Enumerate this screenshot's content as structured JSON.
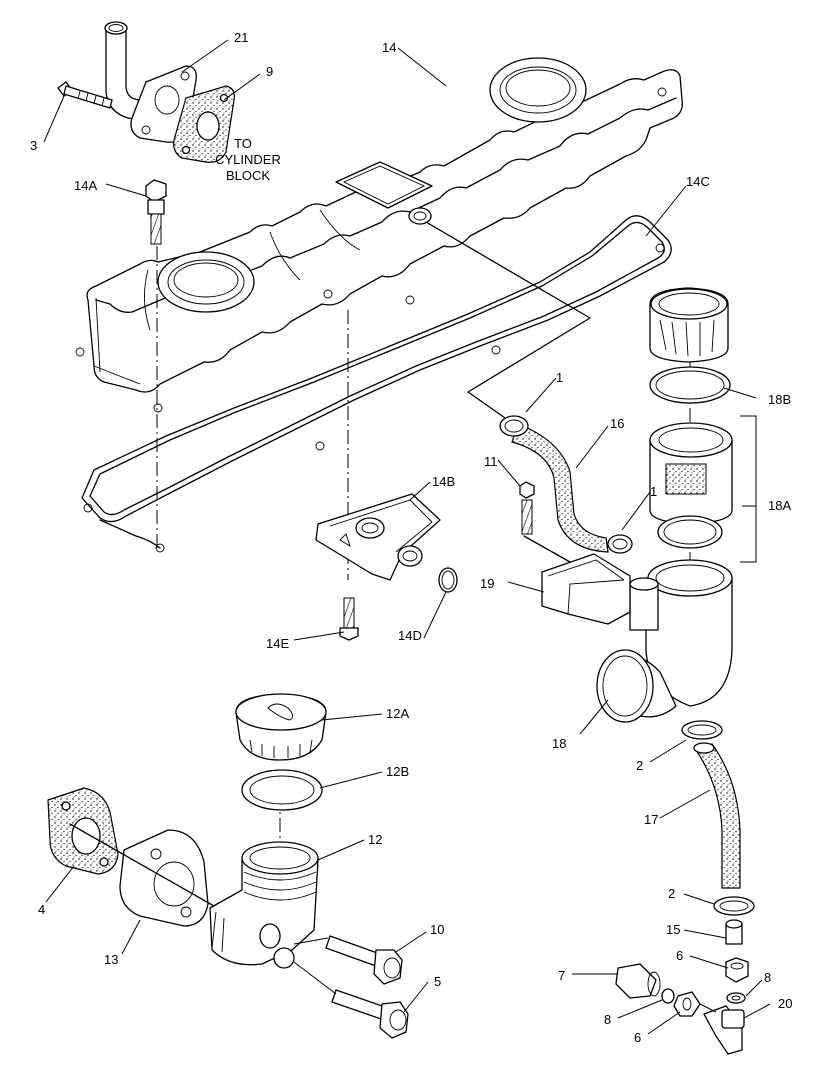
{
  "diagram": {
    "annotation": {
      "to_cylinder_block_line1": "TO",
      "to_cylinder_block_line2": "CYLINDER",
      "to_cylinder_block_line3": "BLOCK"
    },
    "callouts": {
      "c21": "21",
      "c9": "9",
      "c14": "14",
      "c3": "3",
      "c14A": "14A",
      "c14C": "14C",
      "c1a": "1",
      "c18B": "18B",
      "c16": "16",
      "c11": "11",
      "c1b": "1",
      "c14B": "14B",
      "c18A": "18A",
      "c19": "19",
      "c14E": "14E",
      "c14D": "14D",
      "c12A": "12A",
      "c18": "18",
      "c2a": "2",
      "c12B": "12B",
      "c17": "17",
      "c12": "12",
      "c4": "4",
      "c2b": "2",
      "c10": "10",
      "c15": "15",
      "c13": "13",
      "c6a": "6",
      "c7": "7",
      "c8a": "8",
      "c5": "5",
      "c20": "20",
      "c8b": "8",
      "c6b": "6"
    }
  }
}
